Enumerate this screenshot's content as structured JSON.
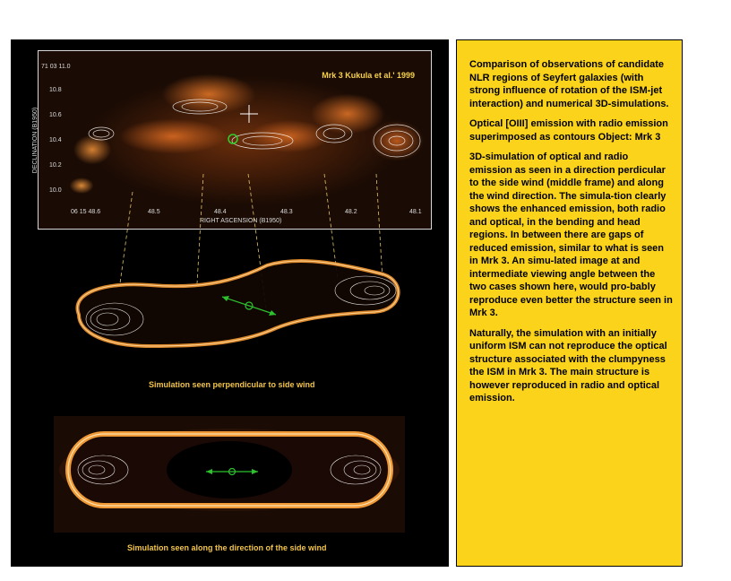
{
  "observation": {
    "label": "Mrk 3  Kukula et al.' 1999",
    "y_ticks": [
      "71 03 11.0",
      "10.8",
      "10.6",
      "10.4",
      "10.2",
      "10.0"
    ],
    "x_ticks": [
      "06 15 48.6",
      "48.5",
      "48.4",
      "48.3",
      "48.2",
      "48.1"
    ],
    "y_axis_label": "DECLINATION (B1950)",
    "x_axis_label": "RIGHT ASCENSION (B1950)"
  },
  "simulations": {
    "caption_perpendicular": "Simulation seen perpendicular to side wind",
    "caption_along": "Simulation seen along the direction of the side wind"
  },
  "colors": {
    "text_panel_background": "#fbd31a",
    "caption_yellow": "#f2c44a",
    "arrow_green": "#2ec12e"
  },
  "description": {
    "paragraphs": [
      "Comparison of observations of candidate  NLR regions of Seyfert galaxies (with strong influence of rotation of the ISM-jet interaction) and numerical 3D-simulations.",
      "Optical [OIII] emission with radio emission superimposed as contours Object:  Mrk 3",
      "3D-simulation of optical and radio emission as seen  in a direction perdicular to the side wind (middle frame) and along the wind direction. The simula-tion clearly shows the enhanced emission, both radio and optical, in the bending and head regions. In between there are gaps of reduced emission, similar to what is seen in Mrk 3. An simu-lated image at and intermediate viewing angle between the two cases shown here, would  pro-bably reproduce even better the structure seen in Mrk 3.",
      "Naturally, the simulation with an initially uniform ISM can not reproduce the optical structure associated with the clumpyness the ISM in Mrk 3. The main structure is however reproduced in radio and optical emission."
    ]
  }
}
